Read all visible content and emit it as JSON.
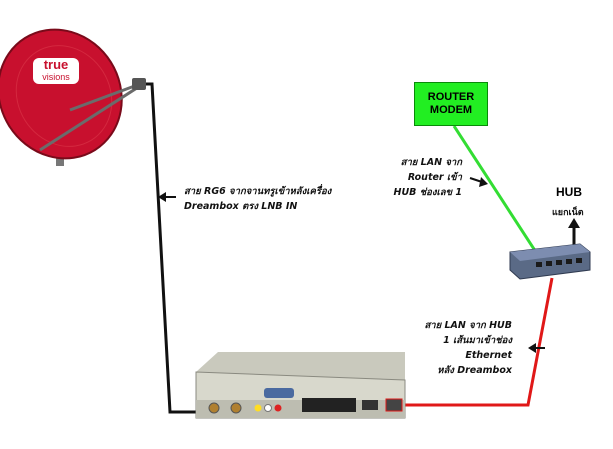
{
  "router": {
    "line1": "ROUTER",
    "line2": "MODEM"
  },
  "hub": {
    "title": "HUB",
    "subtitle": "แยกเน็ต"
  },
  "dish": {
    "logo_top": "true",
    "logo_bottom": "visions"
  },
  "notes": {
    "rg6": [
      "สาย RG6 จากจานทรูเข้าหลังเครื่อง",
      "Dreambox ตรง LNB IN"
    ],
    "lan_router": [
      "สาย LAN จาก",
      "Router เข้า",
      "HUB ช่องเลข 1"
    ],
    "lan_hub": [
      "สาย LAN จาก HUB",
      "1 เส้นมาเข้าช่อง",
      "Ethernet",
      "หลัง Dreambox"
    ]
  },
  "colors": {
    "router_cable": "#33dd33",
    "hub_cable": "#e01818",
    "rg6_cable": "#111111",
    "dish": "#c8102e"
  }
}
